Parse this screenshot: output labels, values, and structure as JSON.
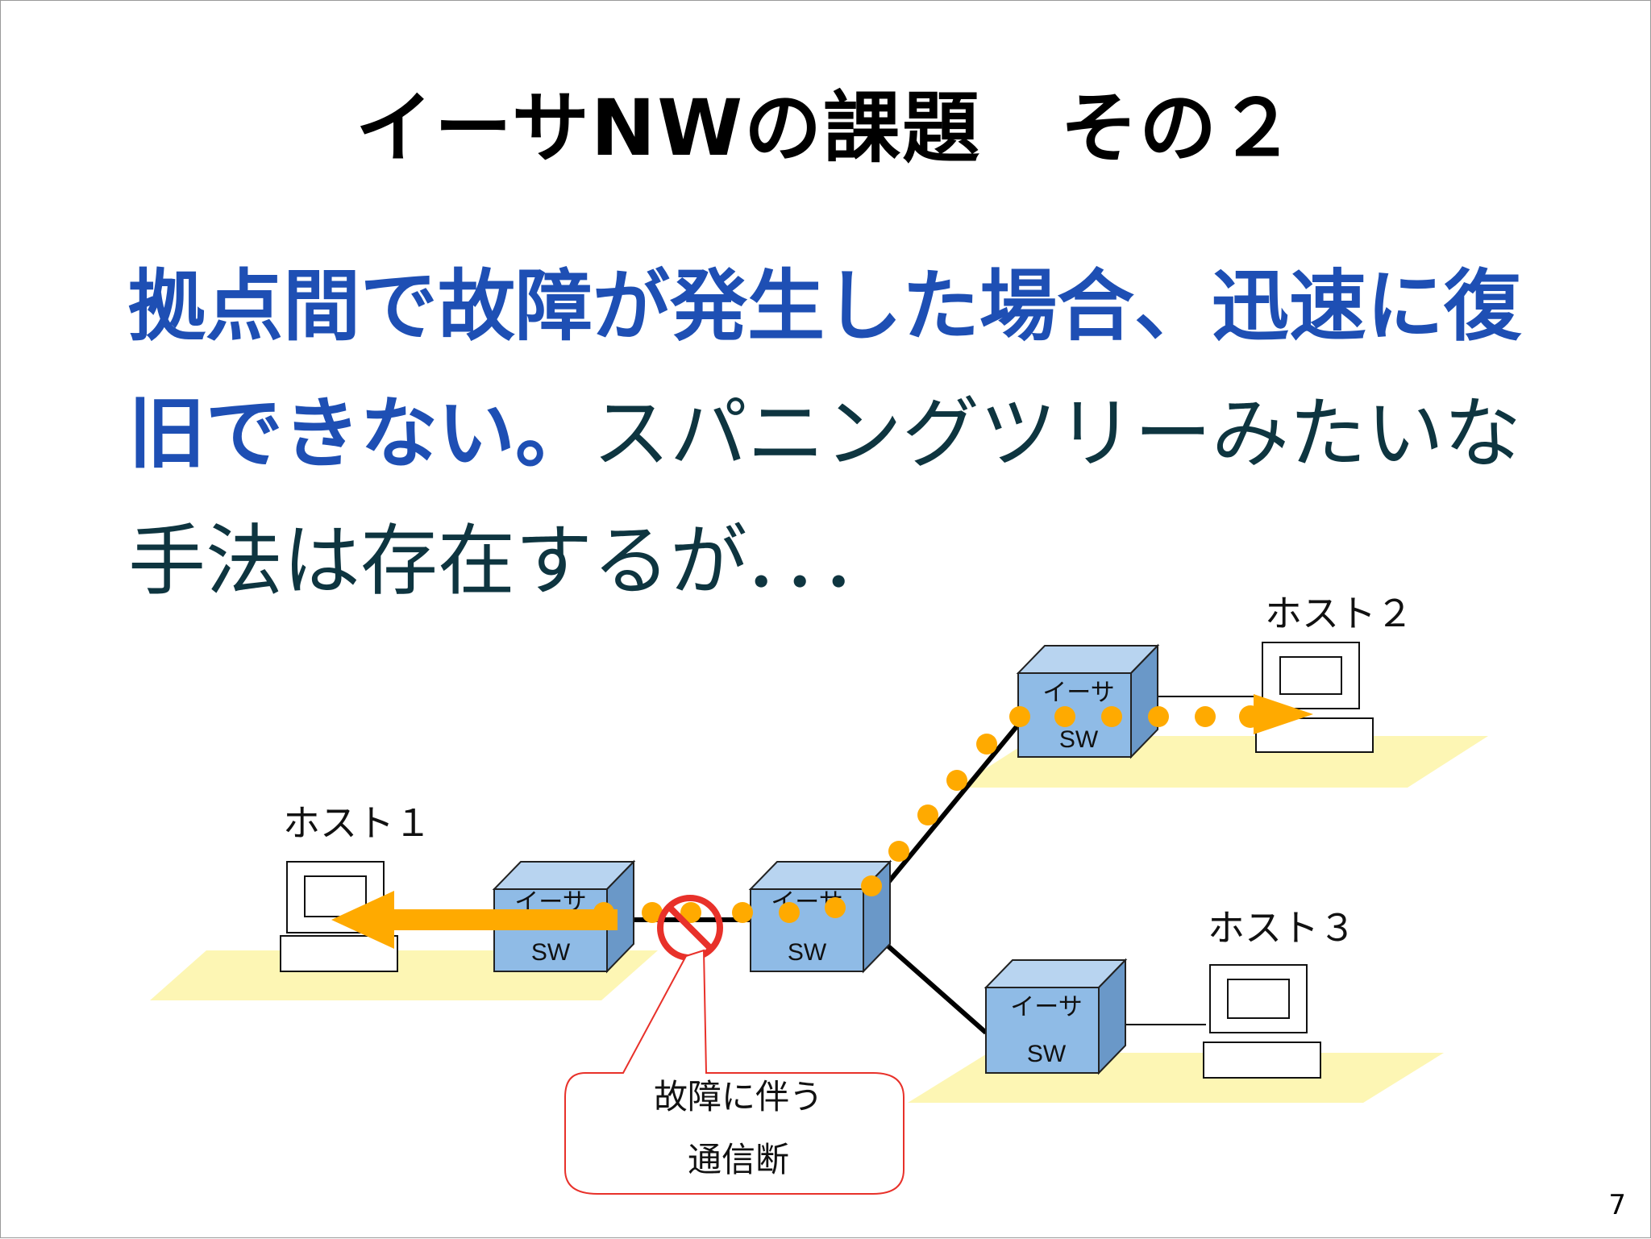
{
  "slide": {
    "title": "イーサNWの課題　その２",
    "body_emph": "拠点間で故障が発生した場合、迅速に復旧できない。",
    "body_rest": "スパニングツリーみたいな手法は存在するが．．．",
    "page_number": "7"
  },
  "diagram": {
    "hosts": [
      "ホスト１",
      "ホスト２",
      "ホスト３"
    ],
    "switch_label_top": "イーサ",
    "switch_label_bottom": "SW",
    "callout_line1": "故障に伴う",
    "callout_line2": "通信断"
  },
  "colors": {
    "title": "#000000",
    "body": "#0e3540",
    "emphasis": "#1e4fb4",
    "switch_front": "#8fbbe6",
    "switch_top": "#b8d4f0",
    "switch_side": "#6a98c8",
    "floor": "#fdf6b4",
    "traffic": "#ffaa00",
    "failure": "#e8312a",
    "callout_border": "#e8312a"
  },
  "icons": [
    "switch-cube-icon",
    "computer-icon",
    "no-entry-icon"
  ]
}
